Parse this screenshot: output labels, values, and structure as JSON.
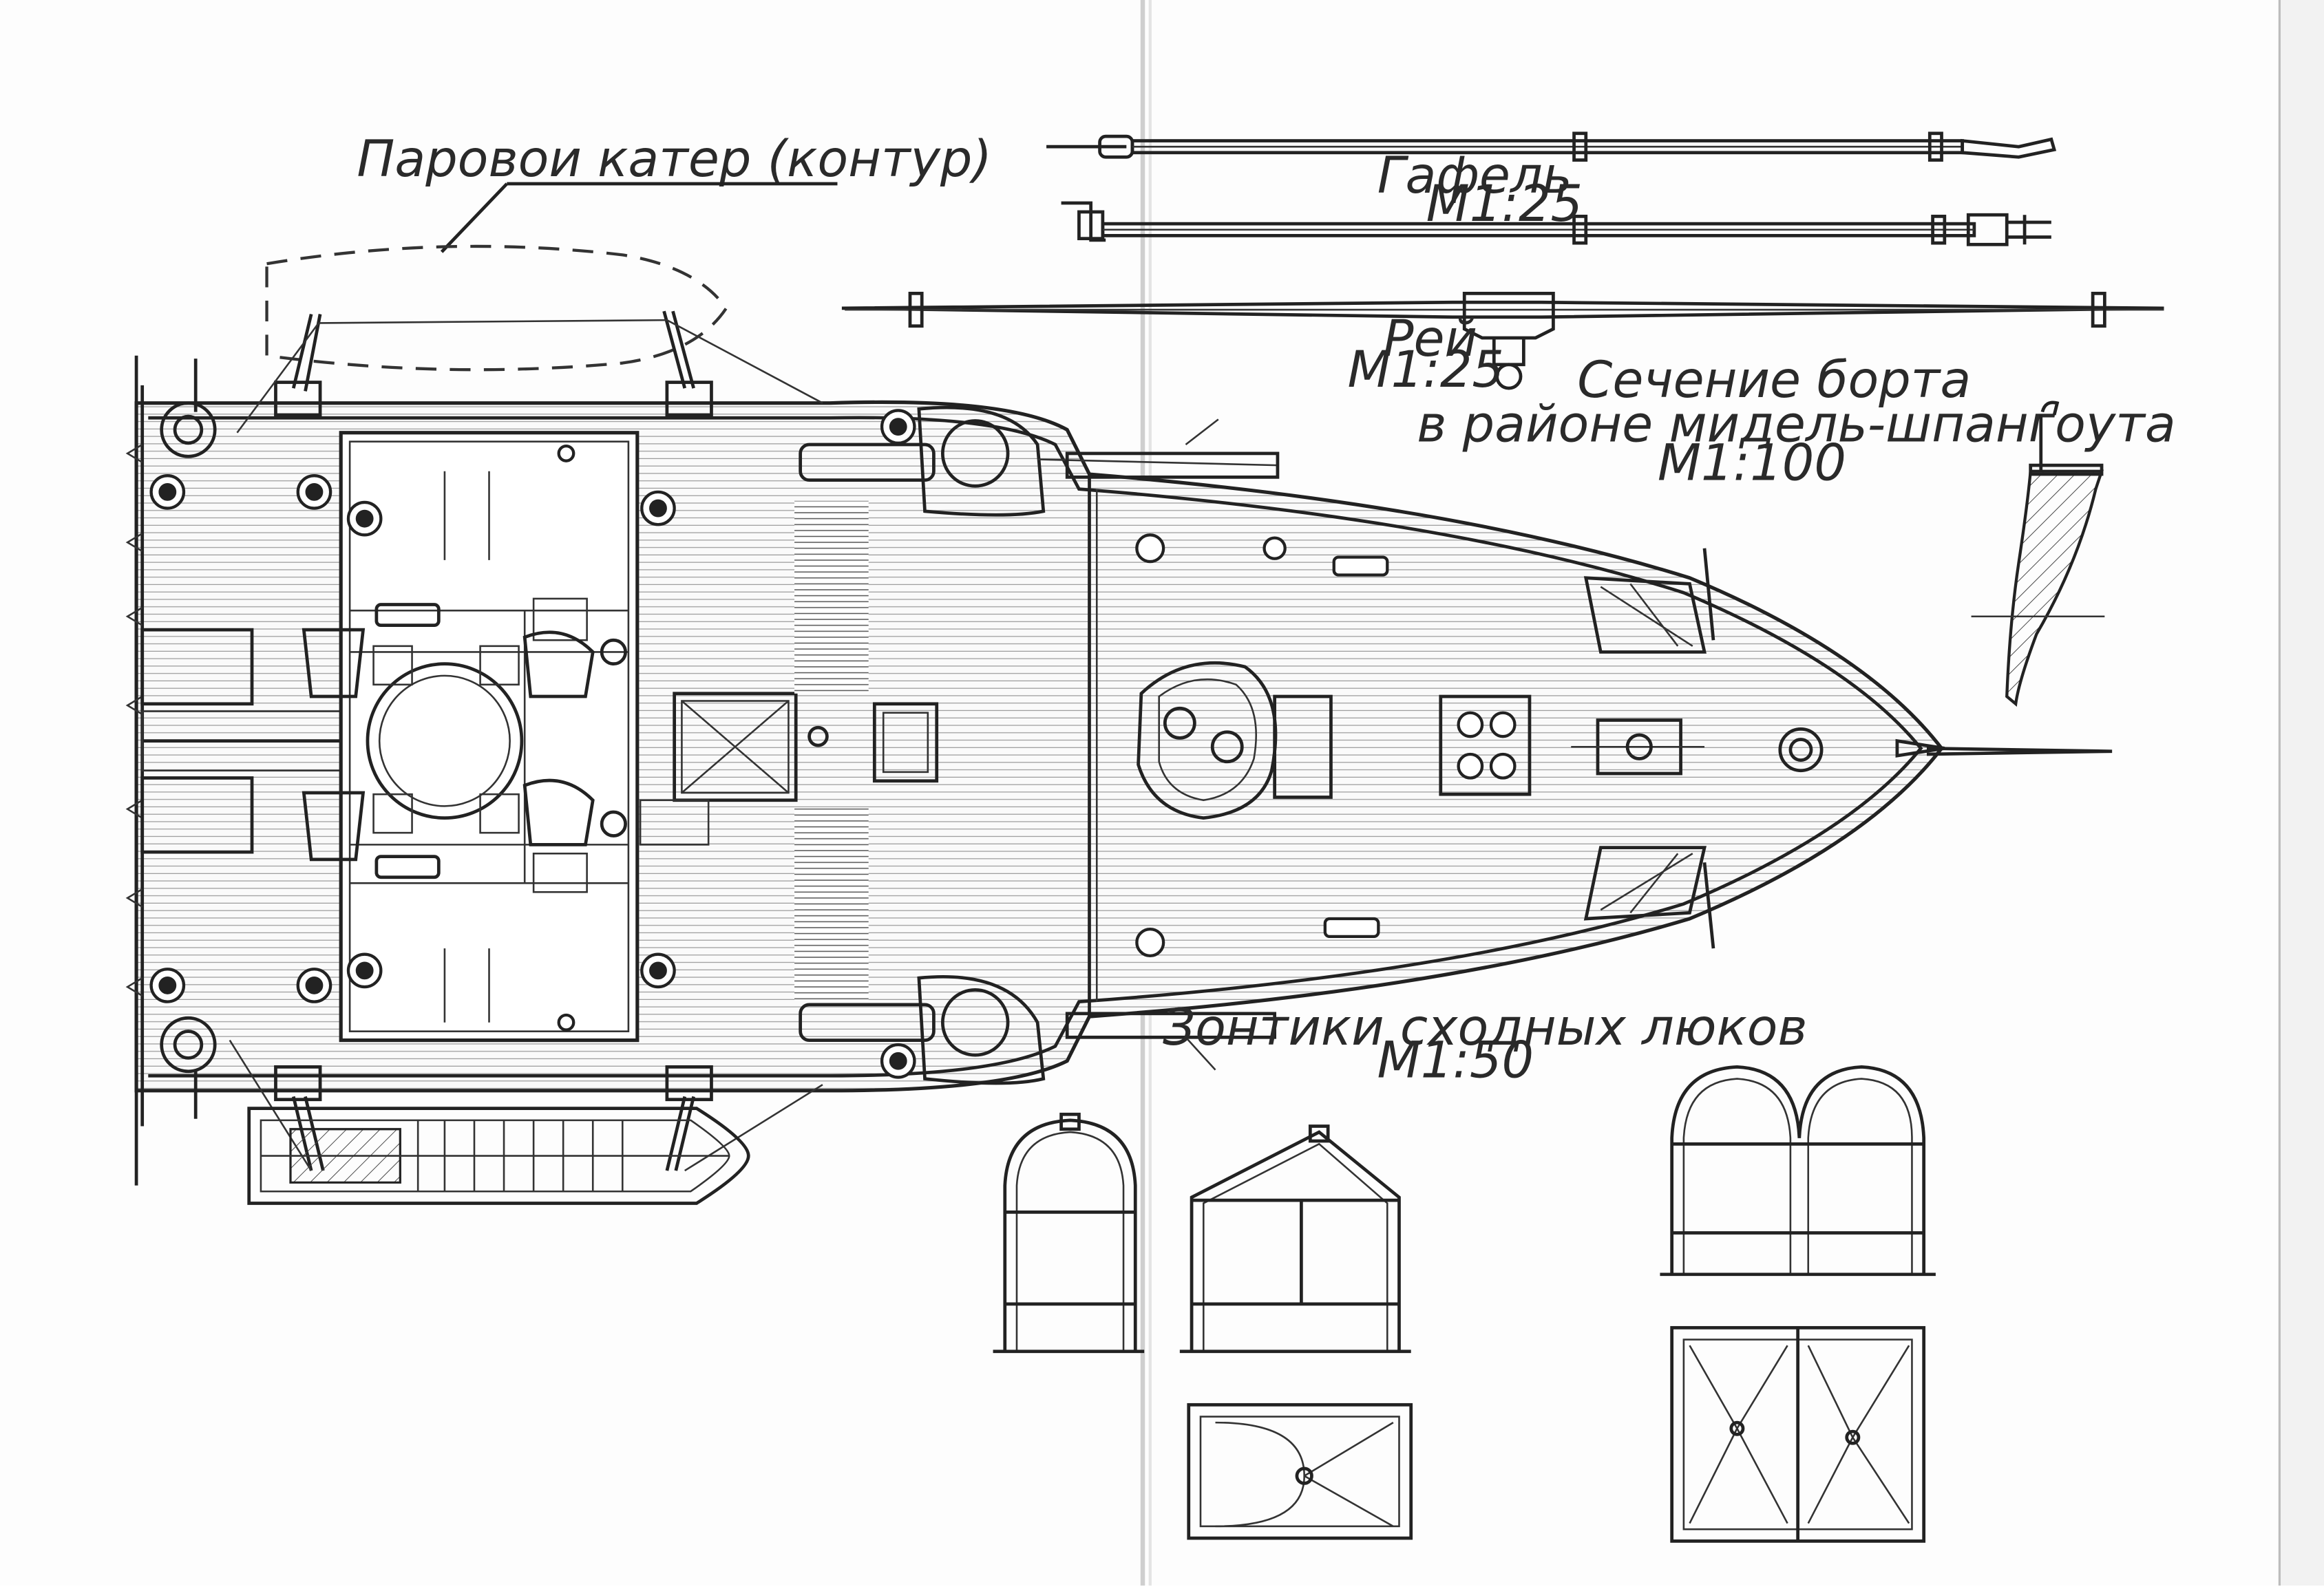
{
  "labels": {
    "steam_launch": "Паровои катер (контур)",
    "gaff_title": "Гафель",
    "gaff_scale": "M1:25",
    "yard_title": "Рей",
    "yard_scale": "M1:25",
    "section_title": "Сечение борта",
    "section_subtitle": "в районе мидель-шпангоута",
    "section_scale": "M1:100",
    "hatch_umbrella_title": "Зонтики сходных люков",
    "hatch_umbrella_scale": "M1:50"
  },
  "colors": {
    "ink": "#222222",
    "paper": "#fdfdfd",
    "plank_lines": "#8a8a8a",
    "hatch_fill": "#e9e9e9",
    "gutter": "#cfcfcf"
  }
}
